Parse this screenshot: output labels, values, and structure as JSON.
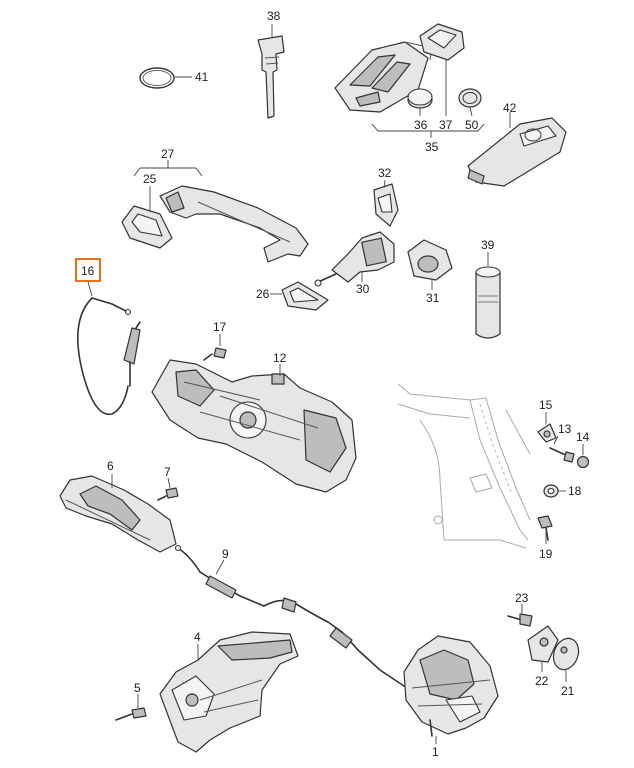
{
  "callouts": {
    "c1": "1",
    "c4": "4",
    "c5": "5",
    "c6": "6",
    "c7": "7",
    "c9": "9",
    "c12": "12",
    "c13": "13",
    "c14": "14",
    "c15": "15",
    "c16": "16",
    "c17": "17",
    "c18": "18",
    "c19": "19",
    "c21": "21",
    "c22": "22",
    "c23": "23",
    "c25": "25",
    "c26": "26",
    "c27": "27",
    "c30": "30",
    "c31": "31",
    "c32": "32",
    "c35": "35",
    "c36": "36",
    "c37": "37",
    "c38": "38",
    "c39": "39",
    "c41": "41",
    "c42": "42",
    "c50": "50"
  },
  "highlight": {
    "callout": "16",
    "color": "#e8721c"
  },
  "colors": {
    "line": "#333333",
    "part_fill": "#e6e6e6",
    "part_shade": "#bdbdbd",
    "background": "#ffffff"
  }
}
